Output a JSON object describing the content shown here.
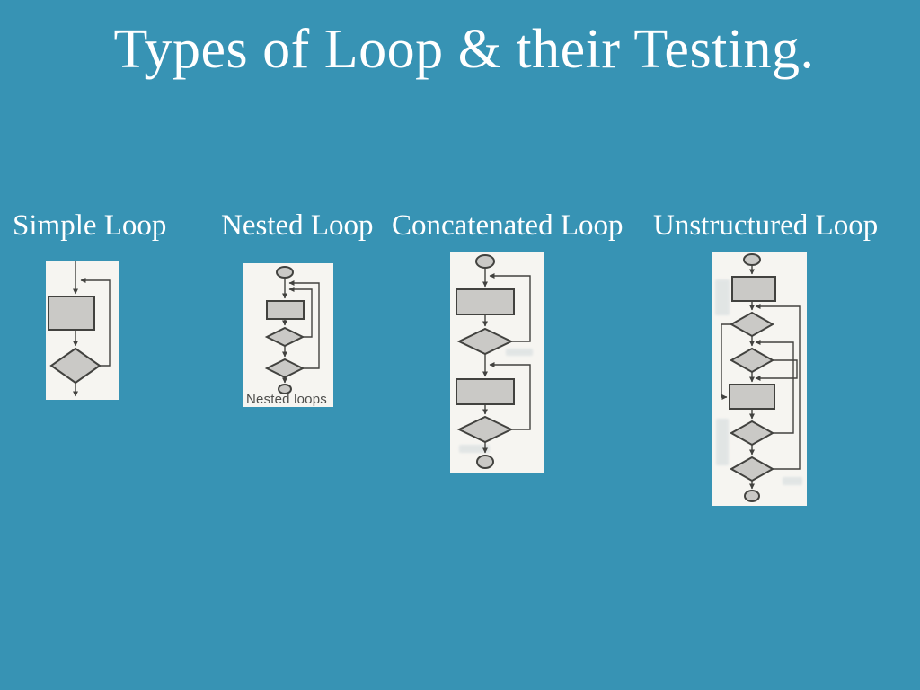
{
  "slide": {
    "title": "Types of Loop & their Testing."
  },
  "loop_types": [
    {
      "label": "Simple Loop",
      "figure_nodes": [
        "process",
        "decision"
      ],
      "back_edges": 1
    },
    {
      "label": "Nested Loop",
      "figure_caption": "Nested loops",
      "figure_nodes": [
        "terminator",
        "process",
        "decision",
        "decision",
        "terminator"
      ],
      "back_edges": 2
    },
    {
      "label": "Concatenated Loop",
      "figure_nodes": [
        "terminator",
        "process",
        "decision",
        "process",
        "decision",
        "terminator"
      ],
      "back_edges": 2
    },
    {
      "label": "Unstructured Loop",
      "figure_nodes": [
        "terminator",
        "process",
        "decision",
        "decision",
        "process",
        "decision",
        "decision",
        "terminator"
      ],
      "back_edges": 4
    }
  ],
  "colors": {
    "background": "#3793b4",
    "text": "#ffffff",
    "paper": "#f6f5f1",
    "shape_fill": "#cac9c6",
    "shape_border": "#42423f",
    "connector": "#42423f",
    "caption_text": "#4d4d4b"
  }
}
